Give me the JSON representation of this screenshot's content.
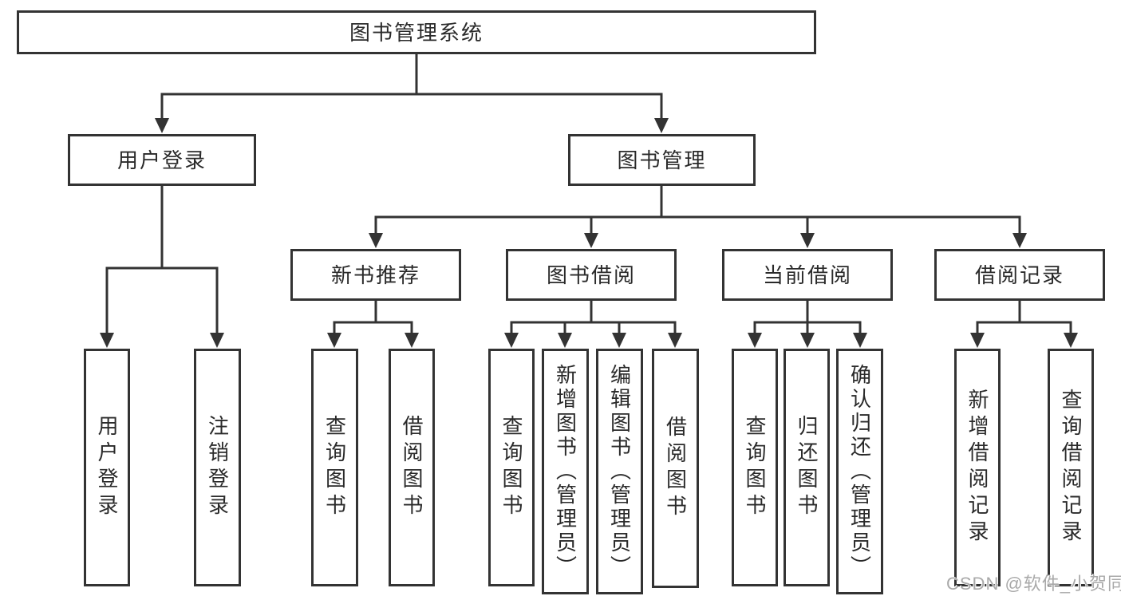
{
  "diagram": {
    "title": "图书管理系统",
    "root": {
      "label": "图书管理系统"
    },
    "level2": [
      {
        "label": "用户登录",
        "children": [
          "用户登录",
          "注销登录"
        ]
      },
      {
        "label": "图书管理",
        "sections": [
          {
            "label": "新书推荐",
            "children": [
              "查询图书",
              "借阅图书"
            ]
          },
          {
            "label": "图书借阅",
            "children": [
              "查询图书",
              "新增图书（管理员）",
              "编辑图书（管理员）",
              "借阅图书"
            ]
          },
          {
            "label": "当前借阅",
            "children": [
              "查询图书",
              "归还图书",
              "确认归还（管理员）"
            ]
          },
          {
            "label": "借阅记录",
            "children": [
              "新增借阅记录",
              "查询借阅记录"
            ]
          }
        ]
      }
    ]
  },
  "watermark": {
    "text": "CSDN @软件_小贺同学",
    "color": "#a9a9a9"
  },
  "colors": {
    "line": "#333333",
    "box_border": "#333333",
    "box_fill": "#ffffff",
    "text": "#2a2a2a",
    "background": "#ffffff"
  }
}
